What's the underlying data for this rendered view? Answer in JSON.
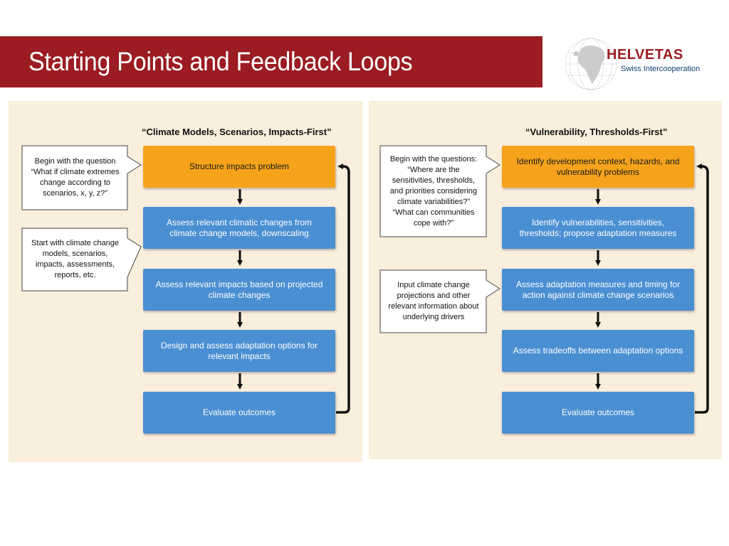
{
  "slide": {
    "title": "Starting Points and Feedback Loops"
  },
  "logo": {
    "name": "HELVETAS",
    "subtitle": "Swiss Intercooperation"
  },
  "left": {
    "title": "“Climate Models, Scenarios, Impacts-First”",
    "steps": [
      "Structure impacts problem",
      "Assess relevant climatic changes from climate change models, downscaling",
      "Assess relevant impacts based on projected climate changes",
      "Design and assess adaptation options for relevant impacts",
      "Evaluate outcomes"
    ],
    "callouts": [
      "Begin with the question “What if climate extremes change according to scenarios, x, y, z?”",
      "Start with climate change models, scenarios, impacts, assessments, reports, etc."
    ]
  },
  "right": {
    "title": "“Vulnerability, Thresholds-First”",
    "steps": [
      "Identify development context, hazards, and vulnerability problems",
      "Identify vulnerabilities, sensitivities, thresholds; propose adaptation measures",
      "Assess adaptation measures and timing for action against climate change scenarios",
      "Assess tradeoffs between adaptation options",
      "Evaluate outcomes"
    ],
    "callouts": [
      "Begin with the questions: “Where are the sensitivities, thresholds, and priorities considering climate variabilities?” “What can communities cope with?”",
      "Input climate change projections and other relevant information about underlying drivers"
    ]
  },
  "colors": {
    "title_bar": "#9b1c22",
    "panel_bg": "#faeedd",
    "step_first": "#f6a31b",
    "step": "#4a8fd2"
  }
}
